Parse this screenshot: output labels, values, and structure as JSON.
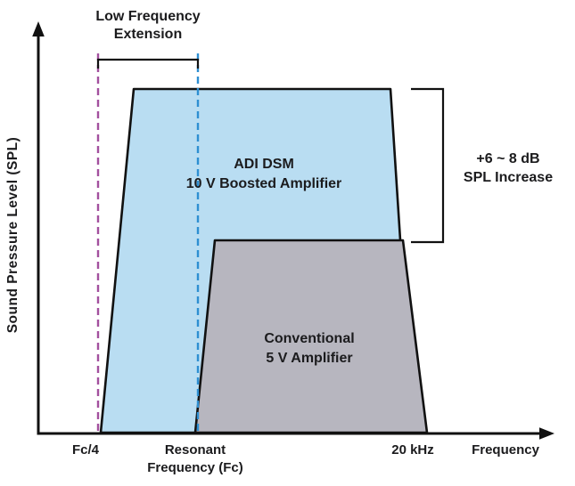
{
  "colors": {
    "background": "#ffffff",
    "adi_region_fill": "#b9ddf2",
    "conventional_region_fill": "#b7b6bf",
    "outline": "#111111",
    "fc4_dashed": "#a3509e",
    "resonant_dashed": "#2e8fd2",
    "text": "#1b1b1d"
  },
  "y_axis": {
    "label": "Sound Pressure Level (SPL)"
  },
  "x_axis": {
    "label": "Frequency",
    "ticks": [
      {
        "label": "Fc/4"
      },
      {
        "line1": "Resonant",
        "line2": "Frequency (Fc)"
      },
      {
        "label": "20 kHz"
      }
    ]
  },
  "regions": {
    "adi": {
      "line1": "ADI DSM",
      "line2": "10 V Boosted Amplifier"
    },
    "conventional": {
      "line1": "Conventional",
      "line2": "5 V Amplifier"
    }
  },
  "annotations": {
    "low_frequency_extension": {
      "line1": "Low Frequency",
      "line2": "Extension"
    },
    "spl_increase": {
      "line1": "+6 ~ 8 dB",
      "line2": "SPL Increase"
    }
  }
}
